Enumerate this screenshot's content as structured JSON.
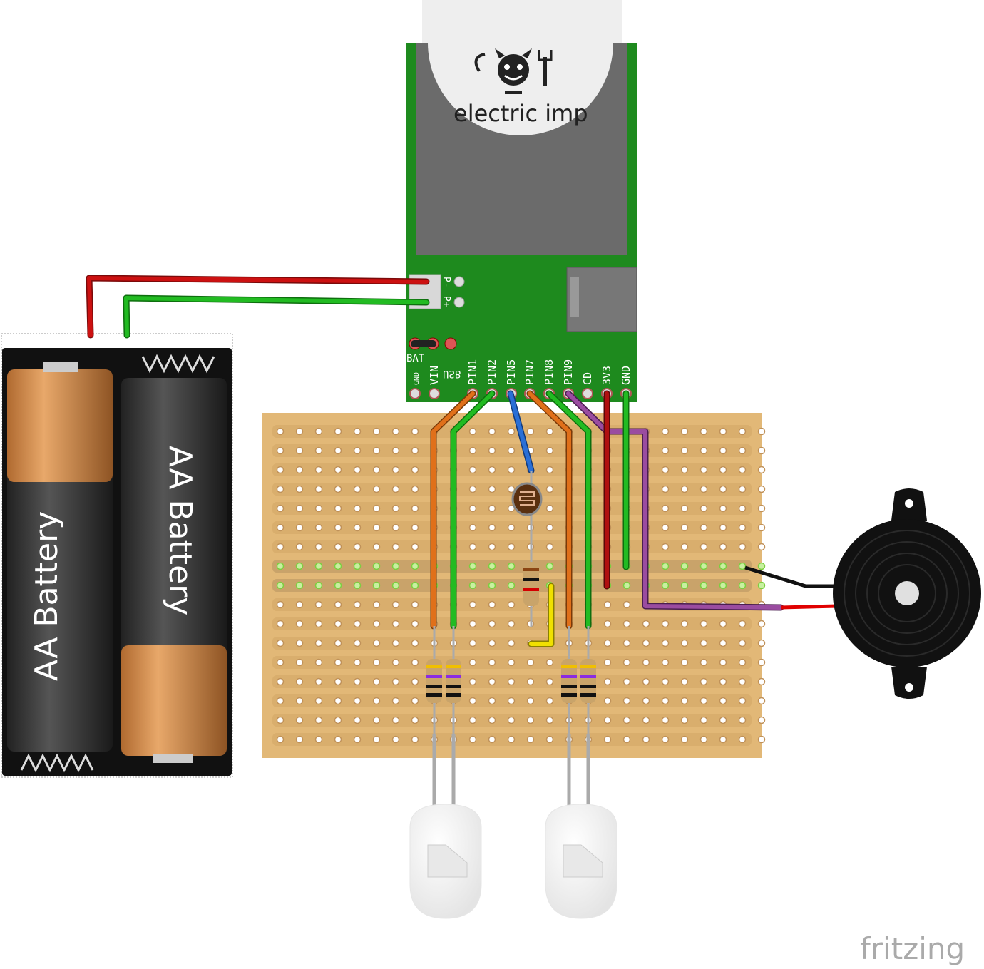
{
  "battery": {
    "cell_left_label": "AA Battery",
    "cell_right_label": "AA Battery"
  },
  "imp": {
    "brand": "electric imp",
    "pins_top": [
      "P-",
      "P+"
    ],
    "jumper_labels": [
      "BAT",
      "USB"
    ],
    "pin_labels": [
      "GND",
      "VIN",
      "PIN1",
      "PIN2",
      "PIN5",
      "PIN7",
      "PIN8",
      "PIN9",
      "CD",
      "3V3",
      "GND"
    ]
  },
  "watermark": "fritzing",
  "colors": {
    "pcb_green": "#1e8a1e",
    "stripboard": "#e2b877",
    "wire_red": "#cc1111",
    "wire_green": "#22bb22",
    "wire_orange": "#e0701a",
    "wire_blue": "#2a6fd6",
    "wire_purple": "#9a4ca0",
    "wire_yellow": "#f0e000"
  }
}
